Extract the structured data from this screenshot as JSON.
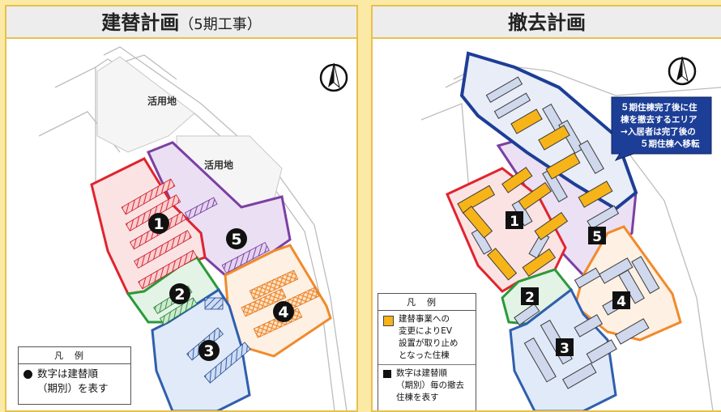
{
  "left_panel": {
    "title": "建替計画",
    "subtitle": "（5期工事）",
    "labels": {
      "land_a": "活用地",
      "land_b": "活用地"
    },
    "phases": [
      "1",
      "2",
      "3",
      "4",
      "5"
    ],
    "legend": {
      "header": "凡例",
      "items": [
        {
          "marker": "black-circle",
          "text": "数字は建替順\n（期別）を表す"
        }
      ]
    }
  },
  "right_panel": {
    "title": "撤去計画",
    "callout": "５期住棟完了後に住\n棟を撤去するエリア\n→入居者は完了後の\n５期住棟へ移転",
    "phases": [
      "1",
      "2",
      "3",
      "4",
      "5"
    ],
    "legend": {
      "header": "凡例",
      "items": [
        {
          "marker": "orange-square",
          "text": "建替事業への\n変更によりEV\n設置が取り止め\nとなった住棟"
        },
        {
          "marker": "black-square",
          "text": "数字は建替順\n（期別）毎の撤去\n住棟を表す"
        }
      ]
    }
  },
  "colors": {
    "background": "#fbe9a6",
    "panel_border": "#e8c14d",
    "phase1": "#e0242e",
    "phase2": "#2a9a3a",
    "phase3": "#2f5fae",
    "phase4": "#f08a2c",
    "phase5": "#7c3fa4",
    "removal_area": "#1d3e96",
    "no_ev_building": "#f7b418"
  }
}
